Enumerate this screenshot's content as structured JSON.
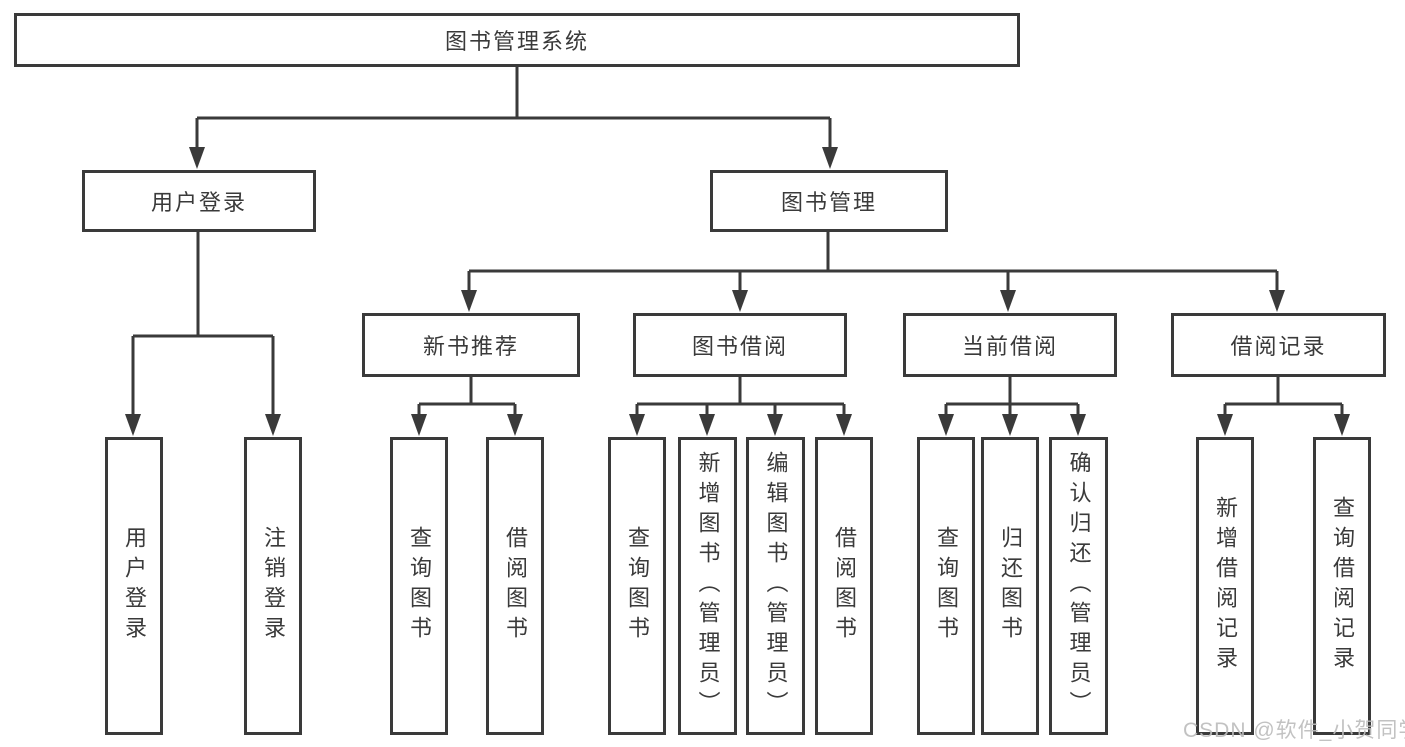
{
  "tree": {
    "root": {
      "label": "图书管理系统"
    },
    "branches": [
      {
        "label": "用户登录",
        "children": [
          "用户登录",
          "注销登录"
        ]
      },
      {
        "label": "图书管理",
        "children": [
          {
            "label": "新书推荐",
            "children": [
              "查询图书",
              "借阅图书"
            ]
          },
          {
            "label": "图书借阅",
            "children": [
              "查询图书",
              "新增图书（管理员）",
              "编辑图书（管理员）",
              "借阅图书"
            ]
          },
          {
            "label": "当前借阅",
            "children": [
              "查询图书",
              "归还图书",
              "确认归还（管理员）"
            ]
          },
          {
            "label": "借阅记录",
            "children": [
              "新增借阅记录",
              "查询借阅记录"
            ]
          }
        ]
      }
    ]
  },
  "watermark": {
    "text": "CSDN @软件_小贺同学"
  },
  "colors": {
    "line": "#3a3a3a",
    "text": "#3a3a3a",
    "background": "#ffffff",
    "watermark": "#bdbdbd"
  }
}
